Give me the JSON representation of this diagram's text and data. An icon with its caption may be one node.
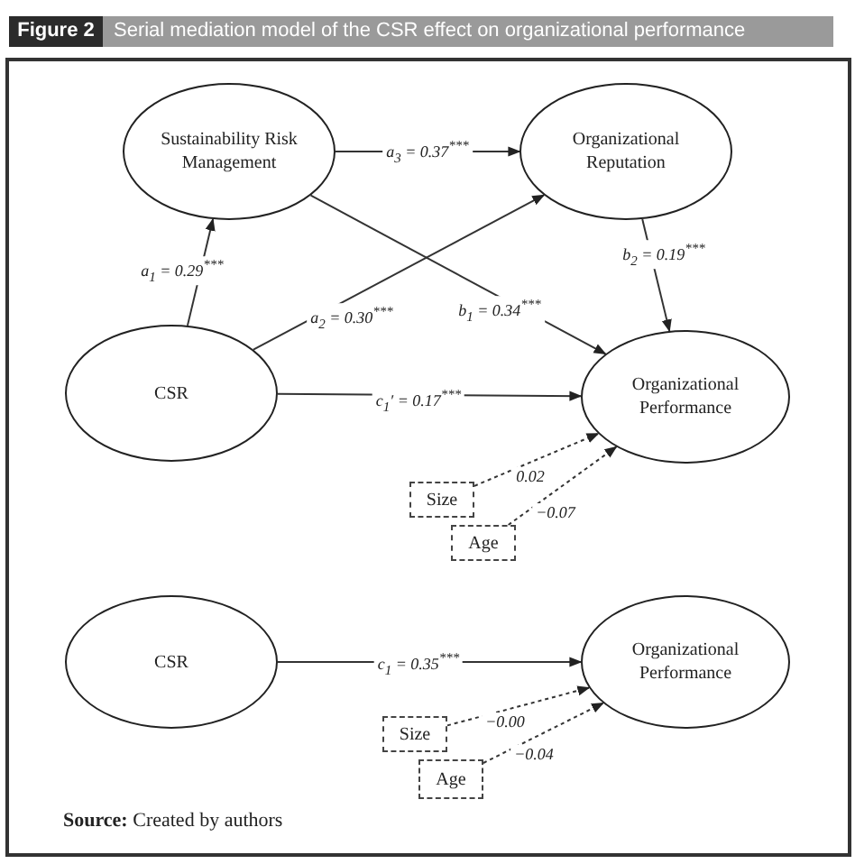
{
  "diagram": {
    "title": "Serial mediation model of the CSR effect on organizational performance",
    "caption": "**Source:** Created by authors",
    "nodes": [
      {
        "text": [
          "Sustainability Risk Management"
        ]
      },
      {
        "text": [
          "Organizational Reputation"
        ]
      },
      {
        "text": [
          "CSR"
        ]
      },
      {
        "text": [
          "Organizational Performance"
        ]
      },
      {
        "text": [
          "Size"
        ]
      },
      {
        "text": [
          "Age"
        ]
      },
      {
        "text": [
          "CSR"
        ]
      },
      {
        "text": [
          "Organizational Performance"
        ]
      },
      {
        "text": [
          "Size"
        ]
      },
      {
        "text": [
          "Age"
        ]
      }
    ],
    "edges": [
      {
        "from": 0,
        "to": 1,
        "arrow": "to",
        "label": "a$_{3}$ = 0.37$^{***}$"
      },
      {
        "from": 2,
        "to": 0,
        "arrow": "to",
        "label": "a$_{1}$ = 0.29$^{***}$"
      },
      {
        "from": 2,
        "to": 1,
        "arrow": "to",
        "label": "a$_{2}$ = 0.30$^{***}$"
      },
      {
        "from": 0,
        "to": 3,
        "arrow": "to",
        "label": "b$_{1}$ = 0.34$^{***}$"
      },
      {
        "from": 1,
        "to": 3,
        "arrow": "to",
        "label": "b$_{2}$ = 0.19$^{***}$"
      },
      {
        "from": 2,
        "to": 3,
        "arrow": "to",
        "label": "c$_{1}$′ = 0.17$^{***}$"
      },
      {
        "from": 4,
        "to": 3,
        "arrow": "to",
        "label": "0.02",
        "style": "dashed"
      },
      {
        "from": 5,
        "to": 3,
        "arrow": "to",
        "label": "−0.07",
        "style": "dashed"
      },
      {
        "from": 6,
        "to": 7,
        "arrow": "to",
        "label": "c$_{1}$ = 0.35$^{***}$"
      },
      {
        "from": 8,
        "to": 7,
        "arrow": "to",
        "label": "−0.00",
        "style": "dashed"
      },
      {
        "from": 9,
        "to": 7,
        "arrow": "to",
        "label": "−0.04",
        "style": "dashed"
      }
    ],
    "labels": [
      "Figure 2"
    ]
  }
}
